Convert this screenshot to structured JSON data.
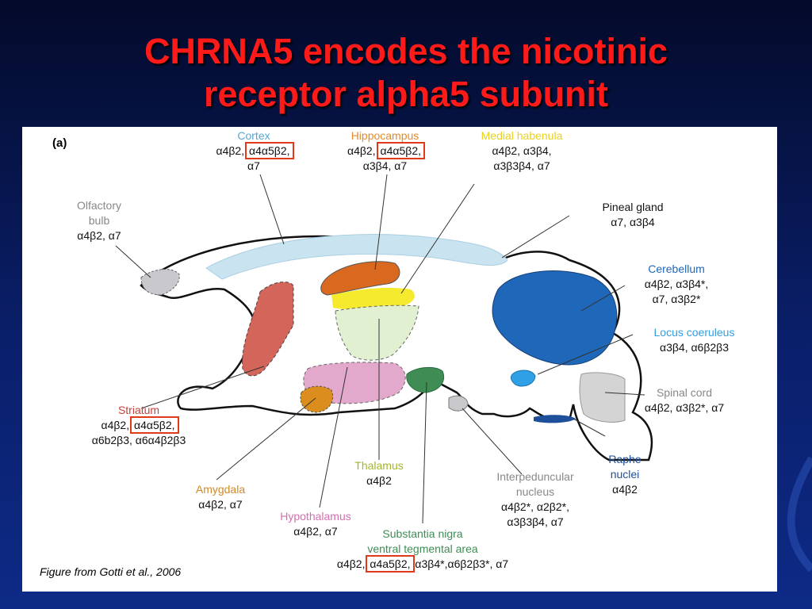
{
  "slide": {
    "title_line1": "CHRNA5 encodes the nicotinic",
    "title_line2": "receptor alpha5 subunit",
    "caption": "Figure from Gotti et al., 2006"
  },
  "figure": {
    "panel_label": "(a)",
    "regions": {
      "cortex": {
        "name": "Cortex",
        "pre": "α4β2,",
        "hl": "α4α5β2,",
        "line2": "α7"
      },
      "hippocampus": {
        "name": "Hippocampus",
        "pre": "α4β2,",
        "hl": "α4α5β2,",
        "line2": "α3β4, α7"
      },
      "medial_habenula": {
        "name": "Medial habenula",
        "line1": "α4β2, α3β4,",
        "line2": "α3β3β4, α7"
      },
      "olfactory_bulb": {
        "name1": "Olfactory",
        "name2": "bulb",
        "line1": "α4β2, α7"
      },
      "pineal_gland": {
        "name": "Pineal gland",
        "line1": "α7, α3β4"
      },
      "cerebellum": {
        "name": "Cerebellum",
        "line1": "α4β2, α3β4*,",
        "line2": "α7, α3β2*"
      },
      "locus_coeruleus": {
        "name": "Locus coeruleus",
        "line1": "α3β4, α6β2β3"
      },
      "spinal_cord": {
        "name": "Spinal cord",
        "line1": "α4β2, α3β2*, α7"
      },
      "striatum": {
        "name": "Striatum",
        "pre": "α4β2,",
        "hl": "α4α5β2,",
        "line2": "α6b2β3, α6α4β2β3"
      },
      "raphe_nuclei": {
        "name1": "Raphe",
        "name2": "nuclei",
        "line1": "α4β2"
      },
      "thalamus": {
        "name": "Thalamus",
        "line1": "α4β2"
      },
      "interpeduncular": {
        "name1": "Interpeduncular",
        "name2": "nucleus",
        "line1": "α4β2*, α2β2*,",
        "line2": "α3β3β4, α7"
      },
      "amygdala": {
        "name": "Amygdala",
        "line1": "α4β2, α7"
      },
      "hypothalamus": {
        "name": "Hypothalamus",
        "line1": "α4β2, α7"
      },
      "substantia_nigra": {
        "name1": "Substantia nigra",
        "name2": "ventral tegmental area",
        "pre": "α4β2,",
        "hl": "α4a5β2,",
        "post": "α3β4*,α6β2β3*, α7"
      }
    },
    "colors": {
      "cortex": "#c9e3f0",
      "striatum": "#d4655a",
      "hippocampus": "#d9691f",
      "habenula": "#f5ea2e",
      "thalamus": "#e0f0d0",
      "hypothalamus": "#e3a9cc",
      "amygdala": "#db8e1e",
      "substantia_nigra": "#3f8d55",
      "interpeduncular": "#c9c9cd",
      "cerebellum": "#1f67b8",
      "locus_coeruleus": "#2fa0e6",
      "raphe": "#1e4f9a",
      "spinal_cord": "#d4d4d4",
      "olfactory": "#c9c9cd",
      "highlight": "#e03a1a",
      "title": "#ff1a1a"
    }
  }
}
